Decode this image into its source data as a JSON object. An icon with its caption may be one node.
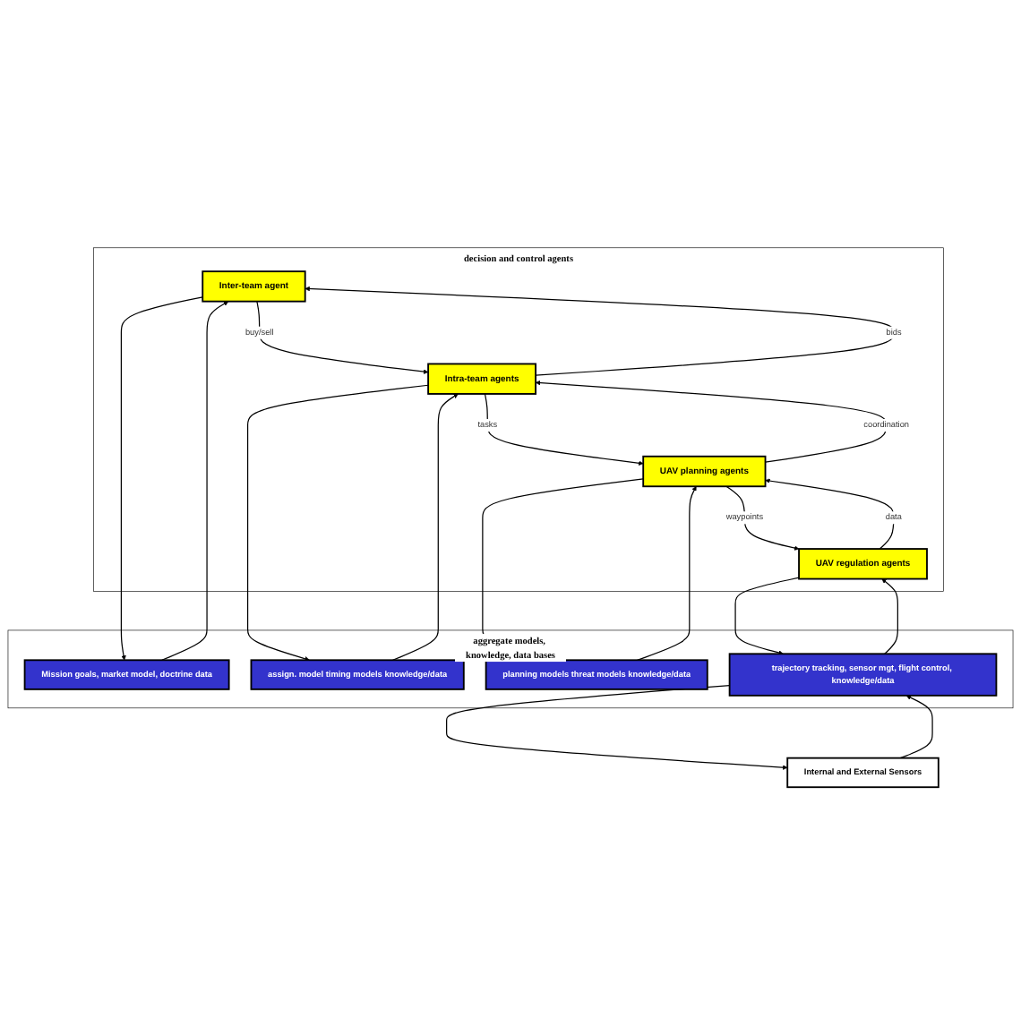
{
  "diagram": {
    "nodes": [
      {
        "text": [
          "decision and control agents"
        ]
      },
      {
        "text": [
          "Inter-team agent"
        ],
        "in": 0
      },
      {
        "text": [
          "Intra-team agents"
        ],
        "in": 0
      },
      {
        "text": [
          "UAV planning agents"
        ],
        "in": 0
      },
      {
        "text": [
          "UAV regulation agents"
        ],
        "in": 0
      },
      {
        "text": [
          "aggregate models, knowledge, data bases"
        ]
      },
      {
        "text": [
          "Mission goals, market model, doctrine data"
        ],
        "in": 5
      },
      {
        "text": [
          "assign. model timing models knowledge/data"
        ],
        "in": 5
      },
      {
        "text": [
          "planning models threat models knowledge/data"
        ],
        "in": 5
      },
      {
        "text": [
          "trajectory tracking, sensor mgt, flight control, knowledge/data"
        ],
        "in": 5
      },
      {
        "text": [
          "Internal and External Sensors"
        ]
      }
    ],
    "edges": [
      {
        "from": 1,
        "to": 2,
        "arrow": "to",
        "label": "buy/sell"
      },
      {
        "from": 2,
        "to": 1,
        "arrow": "to",
        "label": "bids"
      },
      {
        "from": 2,
        "to": 3,
        "arrow": "to",
        "label": "tasks"
      },
      {
        "from": 3,
        "to": 2,
        "arrow": "to",
        "label": "coordination"
      },
      {
        "from": 3,
        "to": 4,
        "arrow": "to",
        "label": "waypoints"
      },
      {
        "from": 4,
        "to": 3,
        "arrow": "to",
        "label": "data"
      },
      {
        "from": 1,
        "to": 6,
        "arrow": "to"
      },
      {
        "from": 6,
        "to": 1,
        "arrow": "to"
      },
      {
        "from": 2,
        "to": 7,
        "arrow": "to"
      },
      {
        "from": 7,
        "to": 2,
        "arrow": "to"
      },
      {
        "from": 3,
        "to": 8,
        "arrow": "to"
      },
      {
        "from": 8,
        "to": 3,
        "arrow": "to"
      },
      {
        "from": 4,
        "to": 9,
        "arrow": "to"
      },
      {
        "from": 9,
        "to": 4,
        "arrow": "to"
      },
      {
        "from": 9,
        "to": 10,
        "arrow": "to"
      },
      {
        "from": 10,
        "to": 9,
        "arrow": "to"
      }
    ]
  }
}
